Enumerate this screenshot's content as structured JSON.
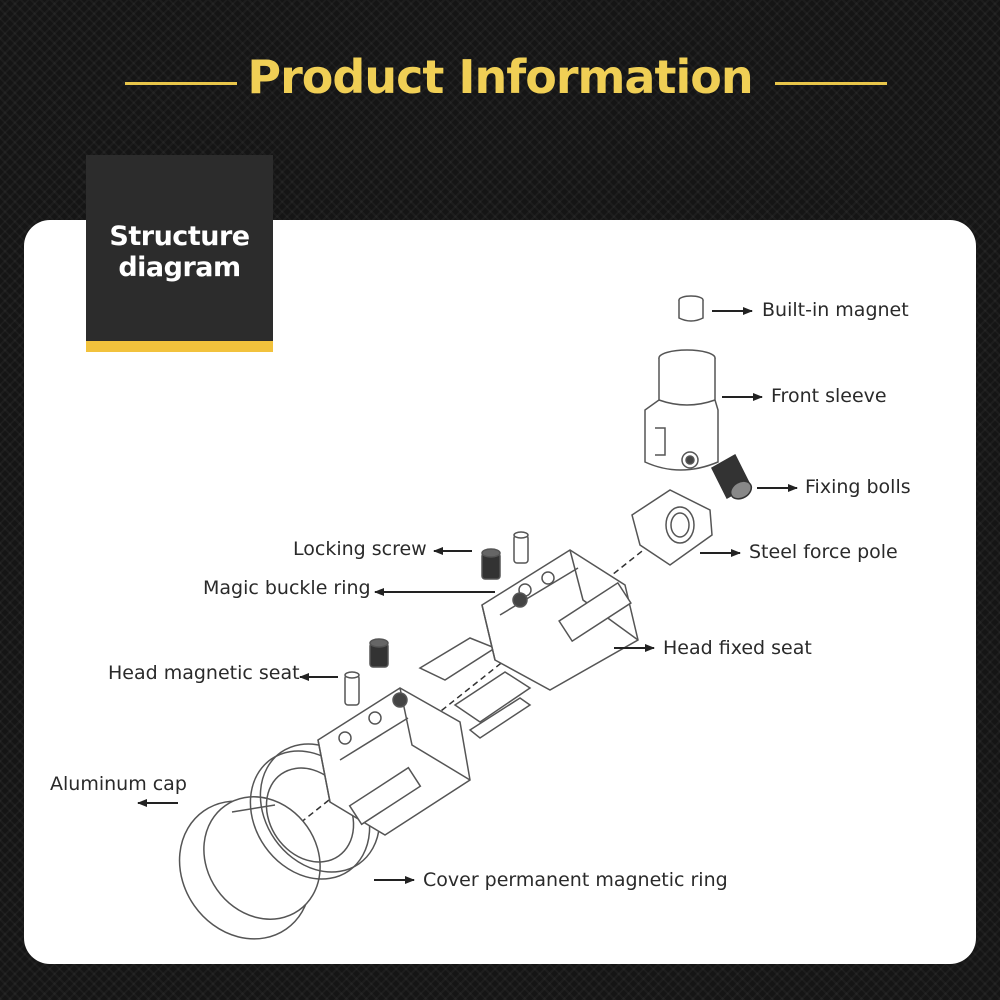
{
  "header": {
    "title": "Product Information"
  },
  "badge": {
    "line1": "Structure",
    "line2": "diagram"
  },
  "labels": {
    "built_in_magnet": "Built-in magnet",
    "front_sleeve": "Front sleeve",
    "fixing_bolls": "Fixing bolls",
    "steel_force_pole": "Steel force pole",
    "locking_screw": "Locking screw",
    "magic_buckle_ring": "Magic buckle ring",
    "head_fixed_seat": "Head fixed seat",
    "head_magnetic_seat": "Head magnetic seat",
    "aluminum_cap": "Aluminum cap",
    "cover_permanent_magnetic_ring": "Cover permanent magnetic ring"
  },
  "colors": {
    "accent_gold": "#f0cf55",
    "badge_bar": "#f2c23c",
    "badge_bg": "#2c2c2c",
    "background": "#151515",
    "card": "#ffffff"
  }
}
